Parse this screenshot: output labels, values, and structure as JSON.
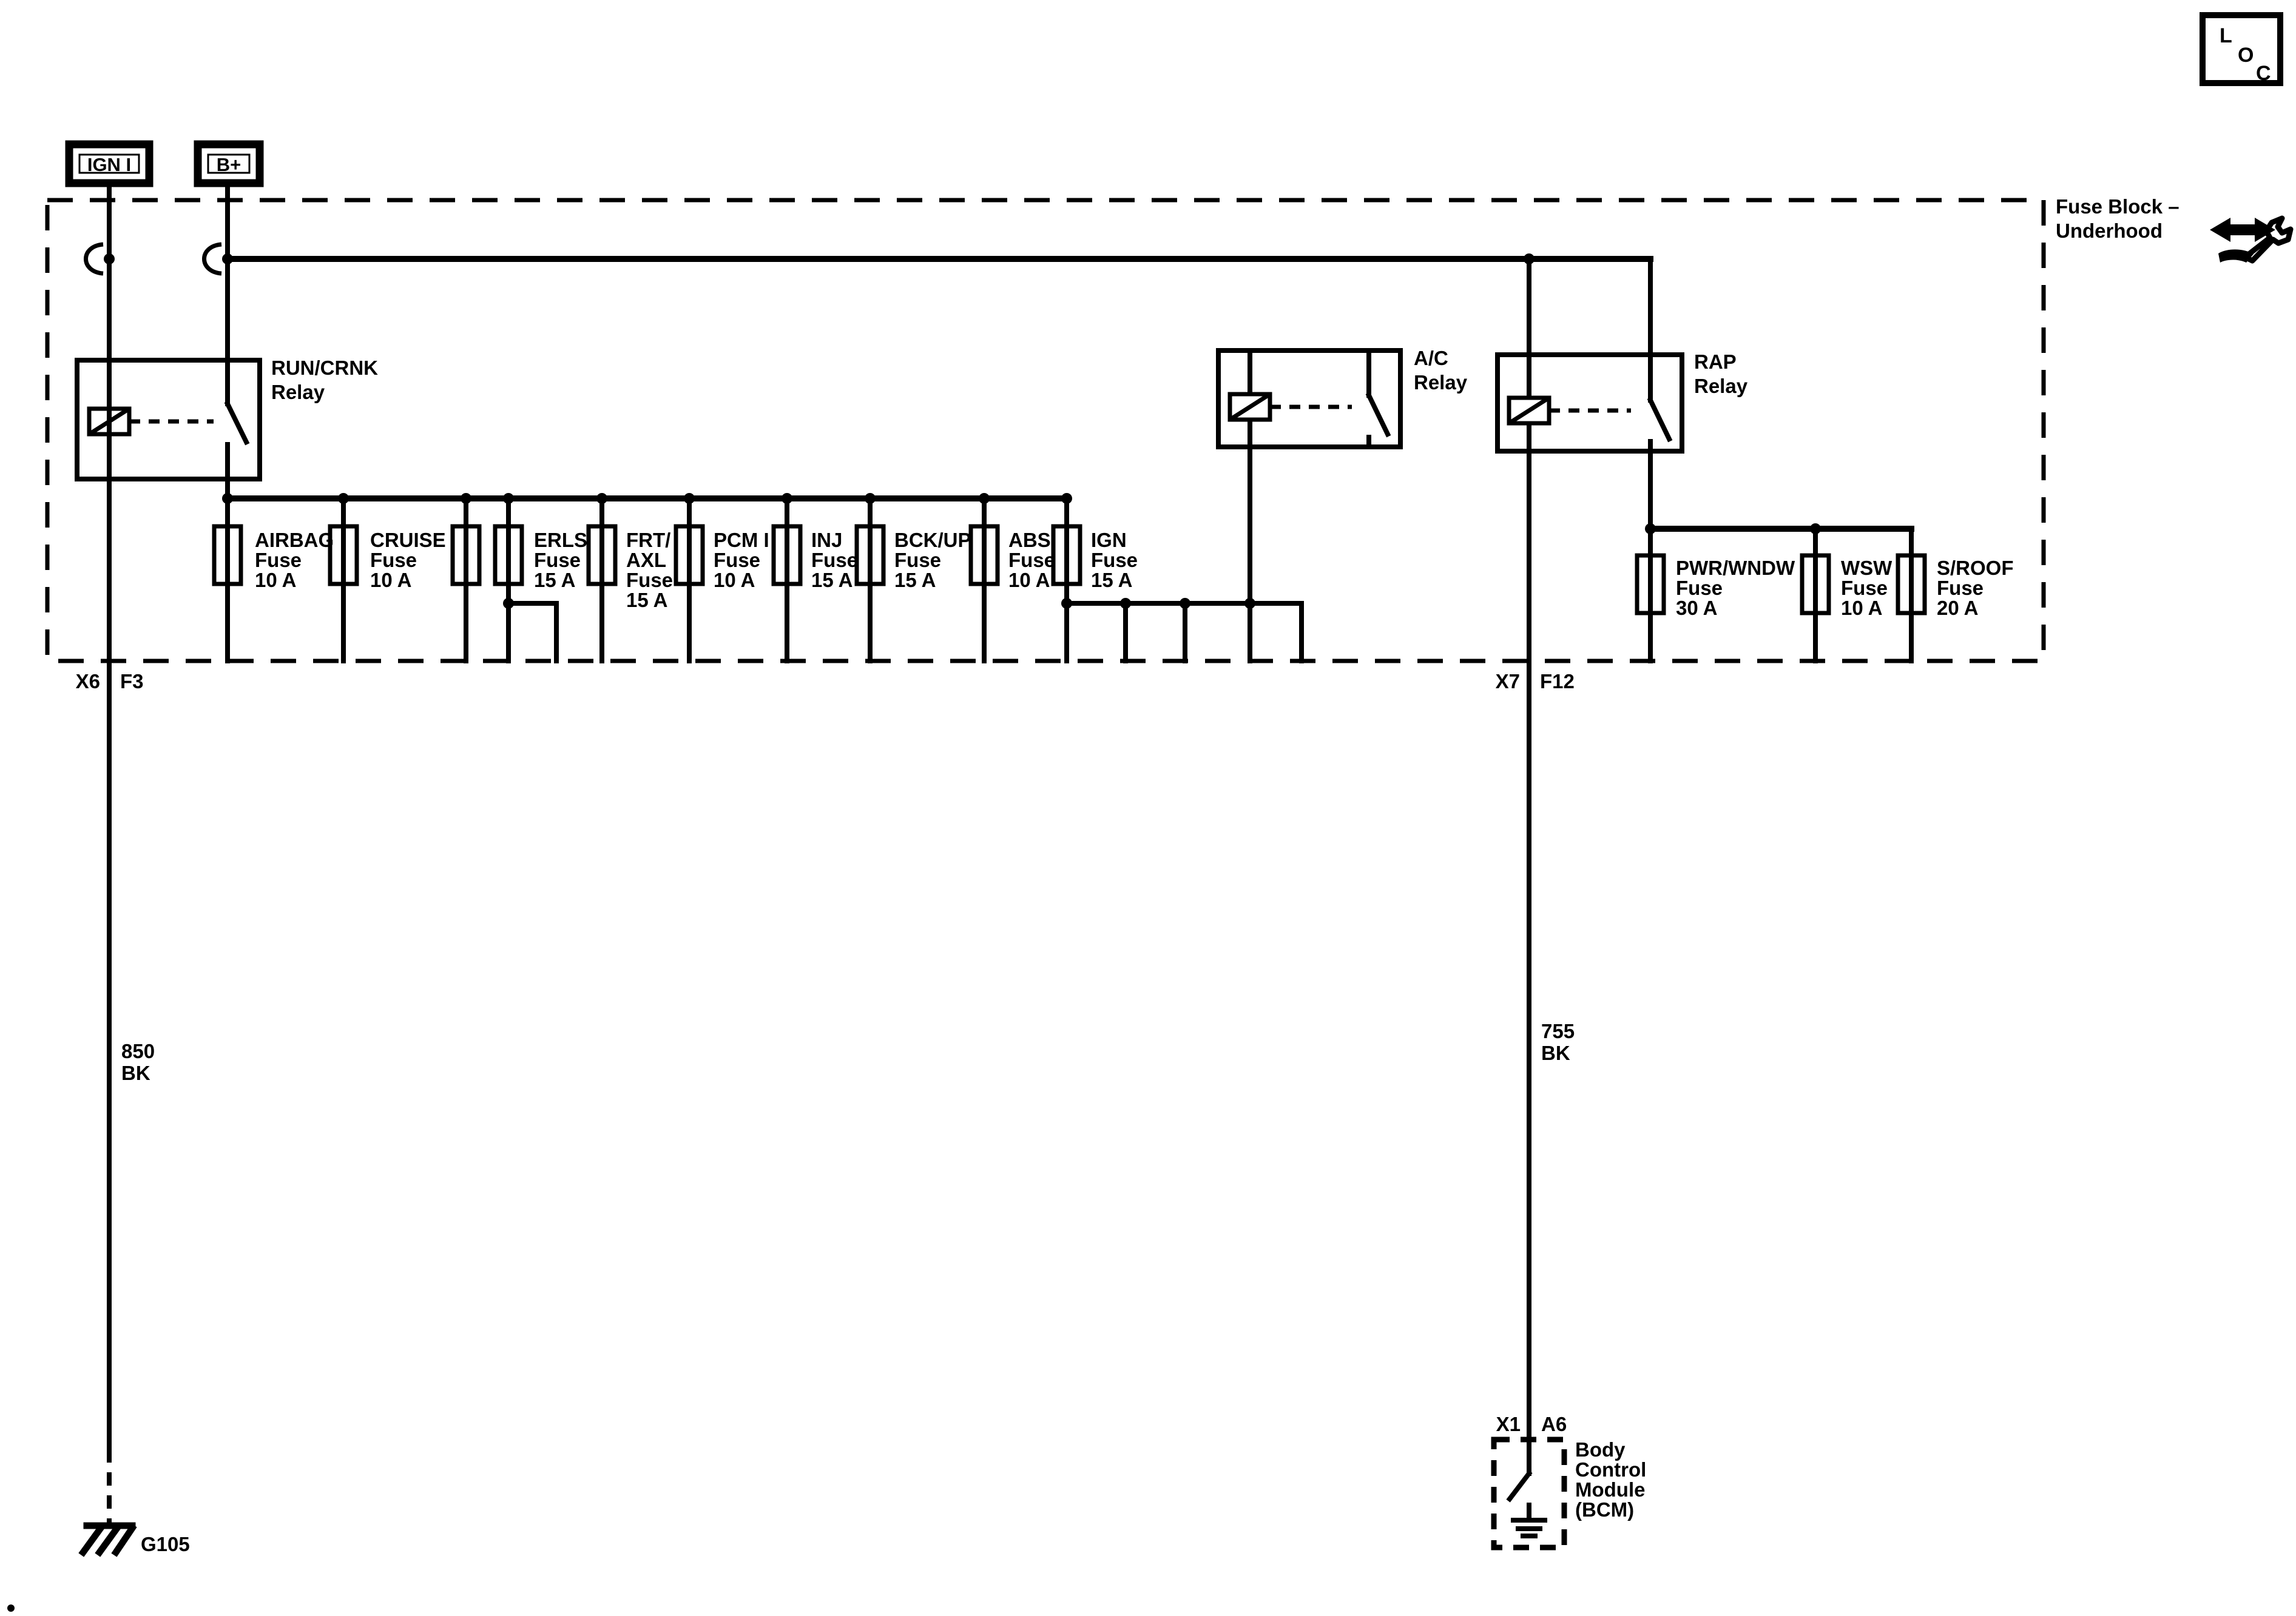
{
  "colors": {
    "ink": "#000000",
    "paper": "#ffffff"
  },
  "header": {
    "block_title_line1": "Fuse Block –",
    "block_title_line2": "Underhood",
    "loc_letters": {
      "l": "L",
      "o": "O",
      "c": "C"
    }
  },
  "icons": {
    "loc_icon": "page-location-box",
    "tool_icon": "wrench-double-arrow"
  },
  "terminals": {
    "ign": "IGN I",
    "bplus": "B+"
  },
  "relays": {
    "run_crnk": {
      "name": "RUN/CRNK",
      "type_label": "Relay"
    },
    "ac": {
      "name": "A/C",
      "type_label": "Relay"
    },
    "rap": {
      "name": "RAP",
      "type_label": "Relay"
    }
  },
  "fuses": [
    {
      "id": "airbag",
      "lines": [
        "AIRBAG",
        "Fuse",
        "10 A"
      ]
    },
    {
      "id": "cruise",
      "lines": [
        "CRUISE",
        "Fuse",
        "10 A"
      ]
    },
    {
      "id": "spare",
      "lines": []
    },
    {
      "id": "erls",
      "lines": [
        "ERLS",
        "Fuse",
        "15 A"
      ]
    },
    {
      "id": "frt_axl",
      "lines": [
        "FRT/",
        "AXL",
        "Fuse",
        "15 A"
      ]
    },
    {
      "id": "pcm_i",
      "lines": [
        "PCM I",
        "Fuse",
        "10 A"
      ]
    },
    {
      "id": "inj",
      "lines": [
        "INJ",
        "Fuse",
        "15 A"
      ]
    },
    {
      "id": "bck_up",
      "lines": [
        "BCK/UP",
        "Fuse",
        "15 A"
      ]
    },
    {
      "id": "abs",
      "lines": [
        "ABS",
        "Fuse",
        "10 A"
      ]
    },
    {
      "id": "ign",
      "lines": [
        "IGN",
        "Fuse",
        "15 A"
      ]
    },
    {
      "id": "pwr_wndw",
      "lines": [
        "PWR/WNDW",
        "Fuse",
        "30 A"
      ]
    },
    {
      "id": "wsw",
      "lines": [
        "WSW",
        "Fuse",
        "10 A"
      ]
    },
    {
      "id": "s_roof",
      "lines": [
        "S/ROOF",
        "Fuse",
        "20 A"
      ]
    }
  ],
  "connectors": {
    "x6": "X6",
    "f3": "F3",
    "x7": "X7",
    "f12": "F12",
    "x1": "X1",
    "a6": "A6"
  },
  "wires": {
    "w850": {
      "circuit": "850",
      "color_code": "BK"
    },
    "w755": {
      "circuit": "755",
      "color_code": "BK"
    }
  },
  "grounds": {
    "g105": "G105"
  },
  "modules": {
    "bcm": {
      "lines": [
        "Body",
        "Control",
        "Module",
        "(BCM)"
      ]
    }
  }
}
